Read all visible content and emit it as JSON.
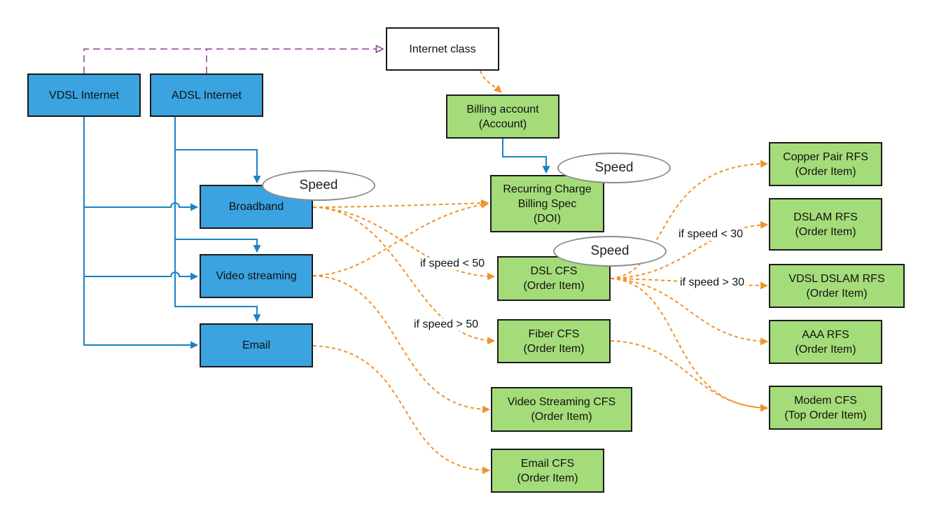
{
  "nodes": {
    "vdsl_internet": "VDSL Internet",
    "adsl_internet": "ADSL Internet",
    "internet_class": "Internet class",
    "billing_account": [
      "Billing account",
      "(Account)"
    ],
    "recurring_charge": [
      "Recurring Charge",
      "Billing Spec",
      "(DOI)"
    ],
    "broadband": "Broadband",
    "video_streaming": "Video streaming",
    "email": "Email",
    "dsl_cfs": [
      "DSL CFS",
      "(Order Item)"
    ],
    "fiber_cfs": [
      "Fiber CFS",
      "(Order Item)"
    ],
    "video_streaming_cfs": [
      "Video Streaming CFS",
      "(Order Item)"
    ],
    "email_cfs": [
      "Email CFS",
      "(Order Item)"
    ],
    "copper_pair_rfs": [
      "Copper Pair RFS",
      "(Order Item)"
    ],
    "dslam_rfs": [
      "DSLAM RFS",
      "(Order Item)"
    ],
    "vdsl_dslam_rfs": [
      "VDSL DSLAM RFS",
      "(Order Item)"
    ],
    "aaa_rfs": [
      "AAA RFS",
      "(Order Item)"
    ],
    "modem_cfs": [
      "Modem CFS",
      "(Top Order Item)"
    ]
  },
  "attributes": {
    "speed_broadband": "Speed",
    "speed_recurring": "Speed",
    "speed_dsl": "Speed"
  },
  "edge_labels": {
    "lt50": "if speed < 50",
    "gt50": "if speed > 50",
    "lt30": "if speed < 30",
    "gt30": "if speed > 30"
  },
  "colors": {
    "blue_fill": "#3aa3e0",
    "green_fill": "#a5dc7a",
    "blue_line": "#1a82c4",
    "orange_line": "#f0932b",
    "purple_line": "#8e3f96"
  }
}
